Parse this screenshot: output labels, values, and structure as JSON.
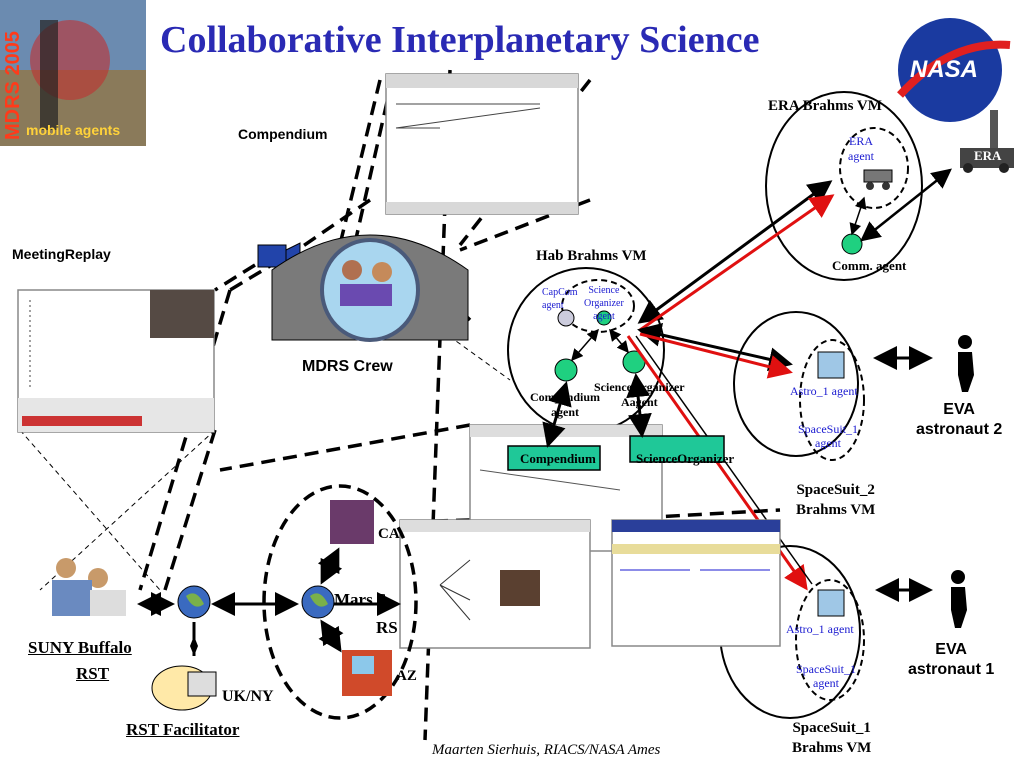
{
  "title": "Collaborative Interplanetary Science",
  "logo_left": {
    "line1": "MDRS 2005",
    "line2": "mobile agents"
  },
  "logo_right": {
    "text": "NASA"
  },
  "labels": {
    "compendium_top": "Compendium",
    "meeting_replay": "MeetingReplay",
    "mdrs_crew": "MDRS Crew",
    "era_vm": "ERA Brahms VM",
    "era_agent": "ERA\nagent",
    "era_robot": "ERA",
    "comm_agent": "Comm. agent",
    "hab_vm": "Hab Brahms VM",
    "capcom_agent": "CapCom\nagent",
    "science_organizer_agent_top": "Science\nOrganizer\nagent",
    "compendium_agent": "Compendium\nagent",
    "science_organizer_agent": "ScienceOrganizer\nAagent",
    "compendium_box": "Compendium",
    "science_organizer_box": "ScienceOrganizer",
    "astro2_agent": "Astro_1 agent",
    "spacesuit2_agent": "SpaceSuit_1\nagent",
    "spacesuit2_vm": "SpaceSuit_2\nBrahms VM",
    "eva2": "EVA\nastronaut 2",
    "astro1_agent": "Astro_1 agent",
    "spacesuit1_agent": "SpaceSuit_1\nagent",
    "spacesuit1_vm": "SpaceSuit_1\nBrahms VM",
    "eva1": "EVA\nastronaut 1",
    "ca": "CA",
    "mars_s": "Mars S",
    "rs": "RS",
    "az": "AZ",
    "suny": "SUNY Buffalo",
    "rst": "RST",
    "uk_ny": "UK/NY",
    "rst_facilitator": "RST Facilitator",
    "credit": "Maarten Sierhuis, RIACS/NASA Ames"
  },
  "colors": {
    "title": "#2a2ab4",
    "agent_fill": "#1fd080",
    "box_fill": "#1fc898",
    "red_arrow": "#e01010",
    "agent_text": "#1a1ad0"
  }
}
